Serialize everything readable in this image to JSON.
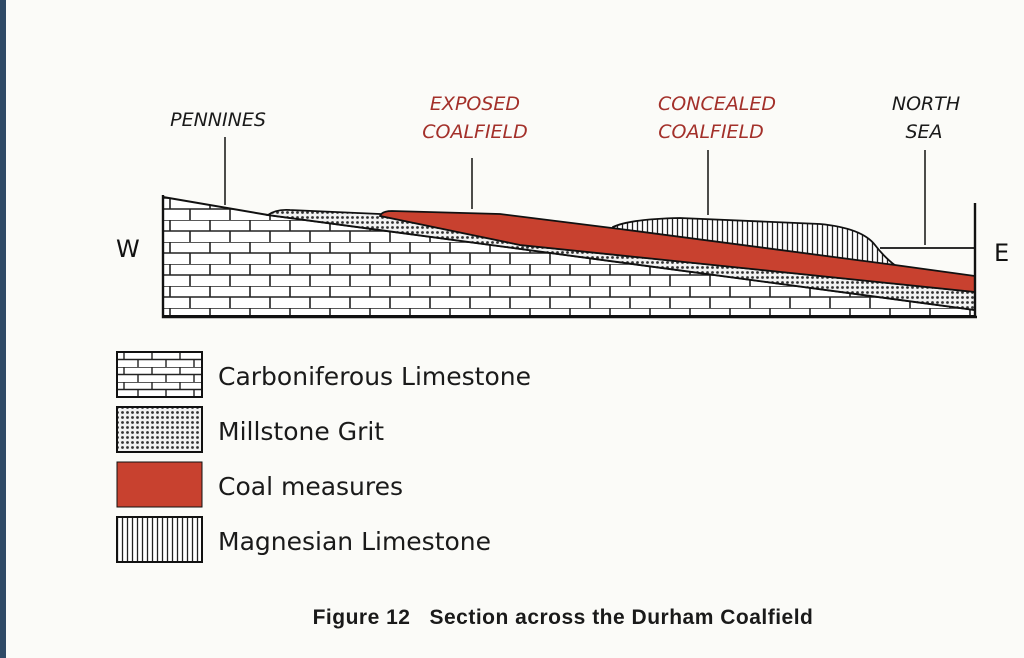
{
  "labels": {
    "pennines": "PENNINES",
    "exposed": [
      "EXPOSED",
      "COALFIELD"
    ],
    "concealed": [
      "CONCEALED",
      "COALFIELD"
    ],
    "north_sea": [
      "NORTH",
      "SEA"
    ],
    "west": "W",
    "east": "E"
  },
  "legend": [
    {
      "label": "Carboniferous Limestone",
      "pattern": "brick"
    },
    {
      "label": "Millstone Grit",
      "pattern": "dots"
    },
    {
      "label": "Coal measures",
      "pattern": "solid",
      "color": "#c8412f"
    },
    {
      "label": "Magnesian Limestone",
      "pattern": "vertical-lines"
    }
  ],
  "caption": "Figure 12   Section across the Durham Coalfield",
  "colors": {
    "coal": "#c8412f",
    "label_red": "#a3302a",
    "edge": "#2f4a66"
  }
}
